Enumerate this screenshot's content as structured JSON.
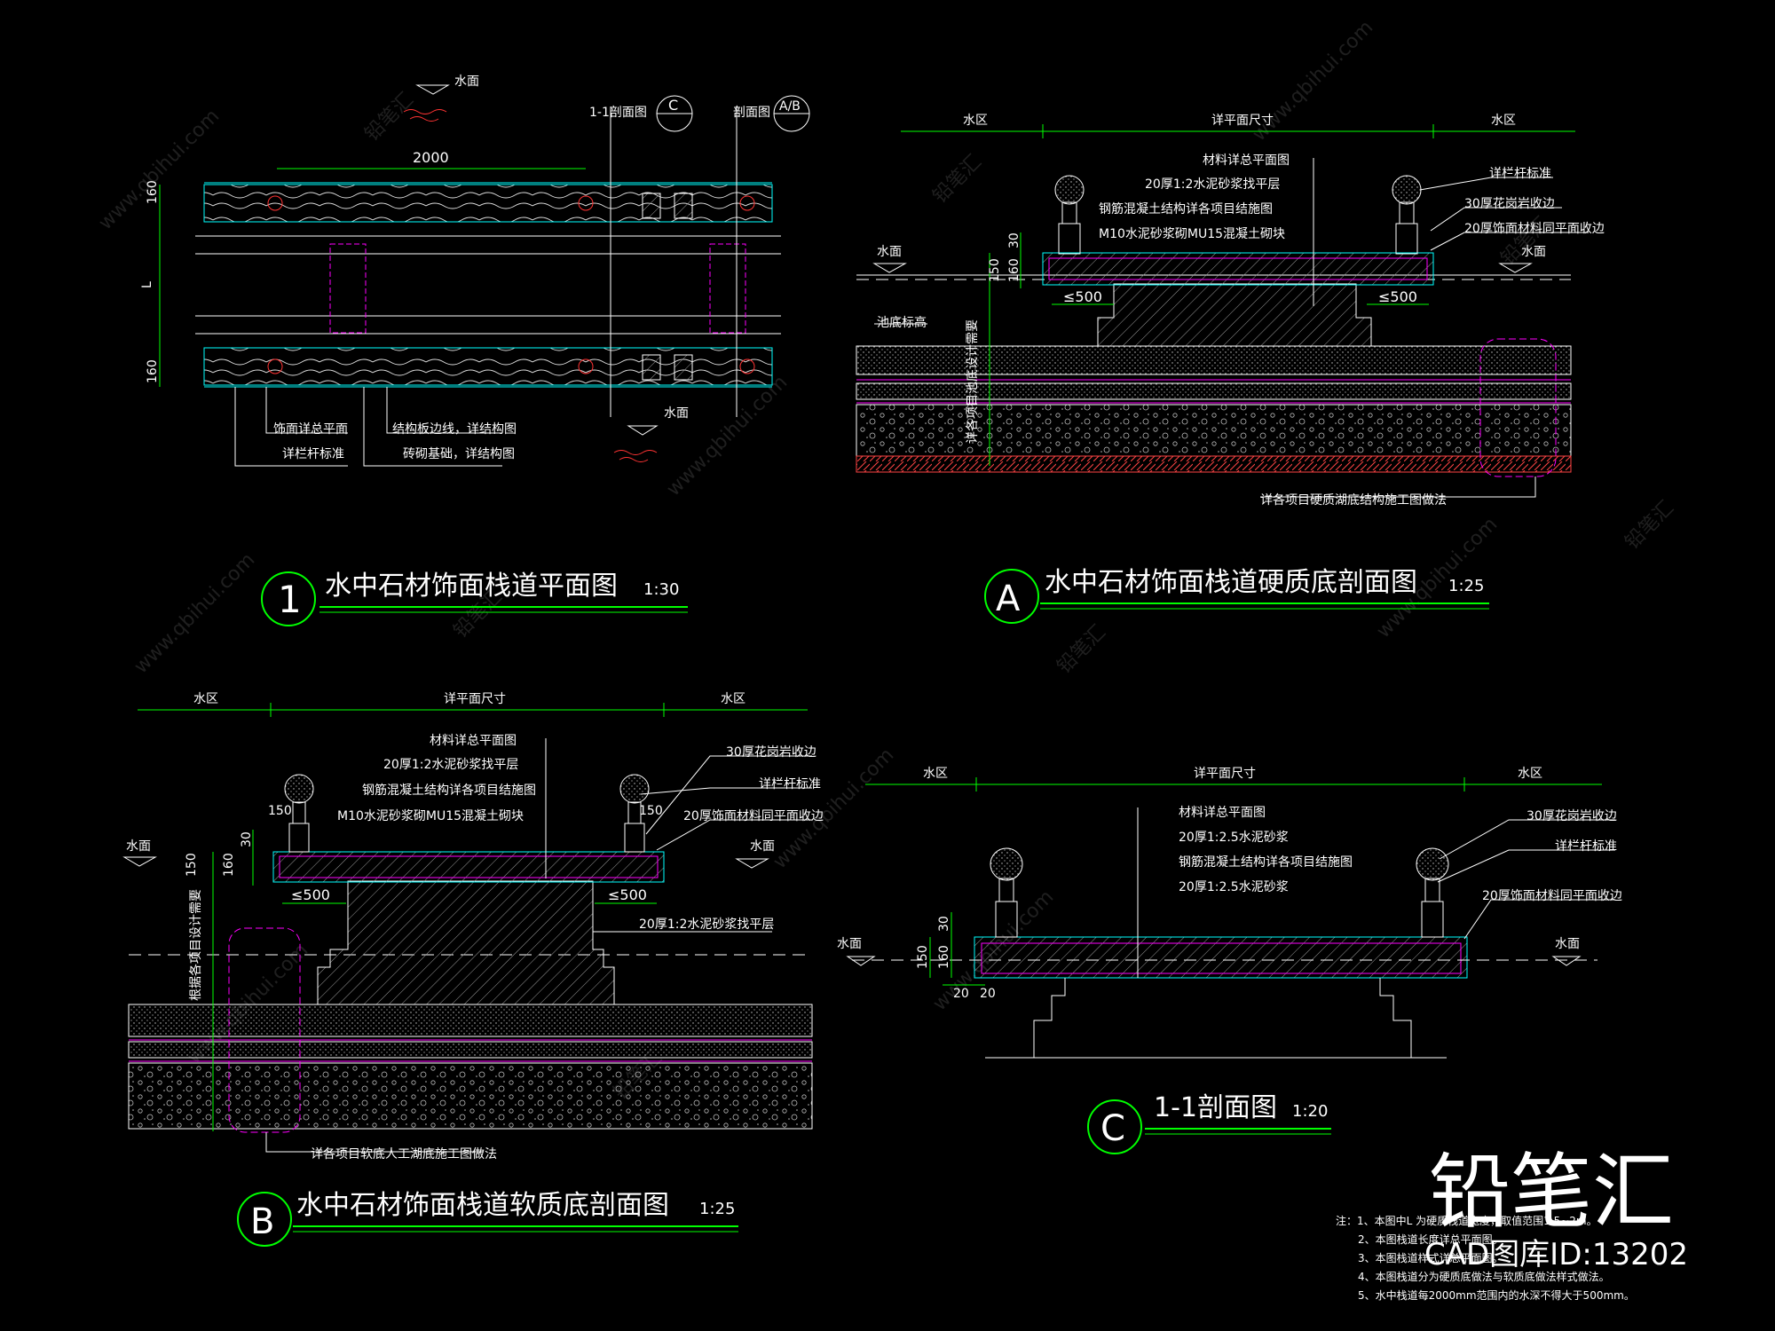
{
  "plan": {
    "title": "水中石材饰面栈道平面图",
    "scale": "1:30",
    "badge": "1",
    "water": "水面",
    "water2": "水面",
    "section_ref_11": "1-1剖面图",
    "section_ref_ab": "剖面图",
    "ref_c": "C",
    "ref_ab": "A/B",
    "dim_2000": "2000",
    "dim_160_top": "160",
    "dim_160_bot": "160",
    "dim_L": "L",
    "note_left_1": "饰面详总平面",
    "note_left_2": "详栏杆标准",
    "note_mid_1": "结构板边线，详结构图",
    "note_mid_2": "砖砌基础，详结构图"
  },
  "secA": {
    "title": "水中石材饰面栈道硬质底剖面图",
    "scale": "1:25",
    "badge": "A",
    "zone_left": "水区",
    "zone_mid": "详平面尺寸",
    "zone_right": "水区",
    "notes": [
      "材料详总平面图",
      "20厚1:2水泥砂浆找平层",
      "钢筋混凝土结构详各项目结施图",
      "M10水泥砂浆砌MU15混凝土砌块"
    ],
    "notes_right": [
      "详栏杆标准",
      "30厚花岗岩收边",
      "20厚饰面材料同平面收边"
    ],
    "water_l": "水面",
    "water_r": "水面",
    "pool": "池底标高",
    "dim_30": "30",
    "dim_150": "150",
    "dim_160": "160",
    "dim_500_l": "≤500",
    "dim_500_r": "≤500",
    "vert_note": "详各项目池底设计需要",
    "bottom_note": "详各项目硬质湖底结构施工图做法"
  },
  "secB": {
    "title": "水中石材饰面栈道软质底剖面图",
    "scale": "1:25",
    "badge": "B",
    "zone_left": "水区",
    "zone_mid": "详平面尺寸",
    "zone_right": "水区",
    "notes": [
      "材料详总平面图",
      "20厚1:2水泥砂浆找平层",
      "钢筋混凝土结构详各项目结施图",
      "M10水泥砂浆砌MU15混凝土砌块"
    ],
    "notes_right": [
      "30厚花岗岩收边",
      "详栏杆标准",
      "20厚饰面材料同平面收边"
    ],
    "water_l": "水面",
    "water_r": "水面",
    "dim_150_l": "150",
    "dim_150_r": "150",
    "dim_30": "30",
    "dim_150": "150",
    "dim_160": "160",
    "dim_500_l": "≤500",
    "dim_500_r": "≤500",
    "note_step": "20厚1:2水泥砂浆找平层",
    "vert_note": "根据各项目设计需要",
    "bottom_note": "详各项目软底人工湖底施工图做法"
  },
  "secC": {
    "title": "1-1剖面图",
    "scale": "1:20",
    "badge": "C",
    "zone_left": "水区",
    "zone_mid": "详平面尺寸",
    "zone_right": "水区",
    "notes": [
      "材料详总平面图",
      "20厚1:2.5水泥砂浆",
      "钢筋混凝土结构详各项目结施图",
      "20厚1:2.5水泥砂浆"
    ],
    "notes_right": [
      "30厚花岗岩收边",
      "详栏杆标准",
      "20厚饰面材料同平面收边"
    ],
    "water_l": "水面",
    "water_r": "水面",
    "dim_30": "30",
    "dim_150": "150",
    "dim_160": "160",
    "dim_20a": "20",
    "dim_20b": "20"
  },
  "notes_block": {
    "lines": [
      "注：1、本图中L 为硬质栈道宽度，取值范围1.5~2m。",
      "2、本图栈道长度详总平面图。",
      "3、本图栈道样式详总平面图。",
      "4、本图栈道分为硬质底做法与软质底做法样式做法。",
      "5、水中栈道每2000mm范围内的水深不得大于500mm。"
    ]
  },
  "brand": {
    "name": "铅笔汇",
    "id": "CAD图库ID:13202"
  },
  "watermark": {
    "text": "www.qbihui.com",
    "logo": "铅笔汇"
  },
  "colors": {
    "background": "#000000",
    "green": "#00ff00",
    "cyan": "#00ffff",
    "magenta": "#ff00ff",
    "red": "#ff3333",
    "white": "#ffffff"
  }
}
